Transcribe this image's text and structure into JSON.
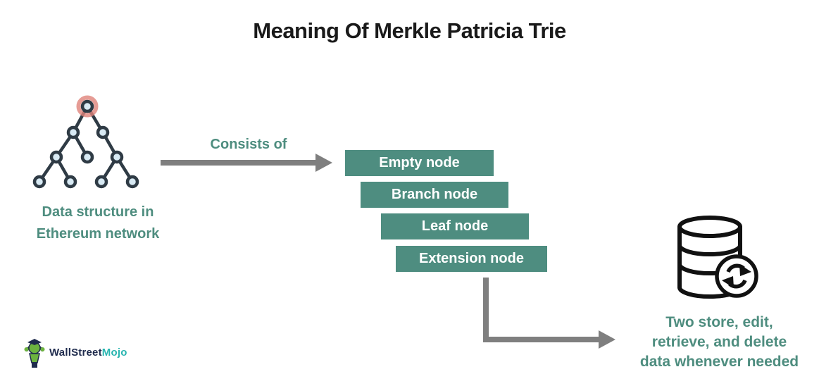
{
  "title": "Meaning Of Merkle Patricia Trie",
  "left": {
    "icon": "binary-tree-icon",
    "caption": [
      "Data structure in",
      "Ethereum network"
    ]
  },
  "flow": {
    "arrow_label": "Consists of"
  },
  "node_types": [
    {
      "label": "Empty node"
    },
    {
      "label": "Branch node"
    },
    {
      "label": "Leaf node"
    },
    {
      "label": "Extension node"
    }
  ],
  "right": {
    "icon": "database-sync-icon",
    "caption": [
      "Two store, edit,",
      "retrieve, and delete",
      "data whenever needed"
    ]
  },
  "logo": {
    "icon": "wallstreetmojo-mascot-icon",
    "text_primary": "WallStreet",
    "text_accent": "Mojo"
  },
  "colors": {
    "teal": "#4E8D80",
    "teal_text": "#4E8D7F",
    "bar_text": "#FFFFFF",
    "title_text": "#1A1A1A",
    "arrow_gray": "#7F7F7F",
    "tree_stroke": "#2F3B45",
    "tree_node_fill": "#D8EAF4",
    "root_halo": "#E0837A",
    "icon_black": "#111111",
    "logo_navy": "#1F2B4D",
    "logo_teal": "#28B5B0",
    "mascot_green": "#6CB33F"
  }
}
